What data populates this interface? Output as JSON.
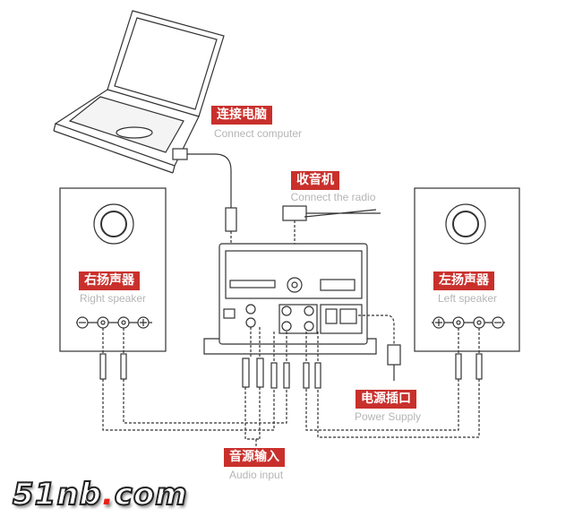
{
  "labels": {
    "computer": {
      "cn": "连接电脑",
      "en": "Connect computer"
    },
    "radio": {
      "cn": "收音机",
      "en": "Connect the radio"
    },
    "right_speaker": {
      "cn": "右扬声器",
      "en": "Right speaker"
    },
    "left_speaker": {
      "cn": "左扬声器",
      "en": "Left speaker"
    },
    "power": {
      "cn": "电源插口",
      "en": "Power Supply"
    },
    "audio": {
      "cn": "音源输入",
      "en": "Audio input"
    }
  },
  "watermark": {
    "text_a": "51nb",
    "dot": ".",
    "text_b": "com"
  },
  "colors": {
    "accent": "#c9302c",
    "line": "#333333",
    "subtext": "#b5b5b5"
  }
}
